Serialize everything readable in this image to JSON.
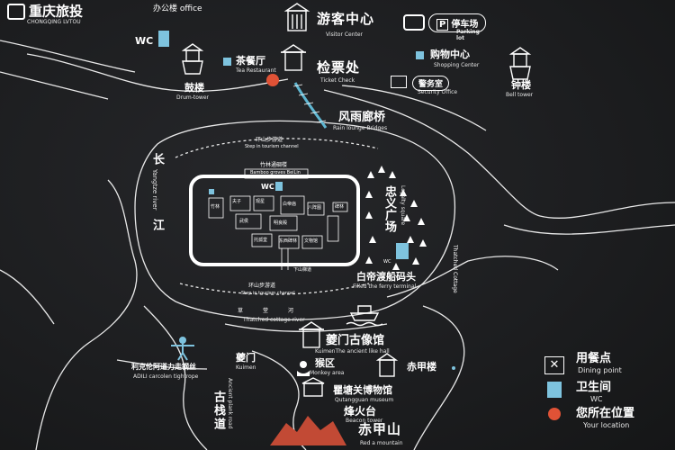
{
  "brand": {
    "name": "重庆旅投",
    "sub": "CHONGQING LVTOU"
  },
  "colors": {
    "background": "#1b1c1e",
    "line": "#ffffff",
    "wc": "#7ec3de",
    "here": "#e05236",
    "bridge": "#5fb6d1"
  },
  "labels": {
    "office": "办公楼 office",
    "visitor_zh": "游客中心",
    "visitor_en": "Visitor Center",
    "parking_zh": "停车场",
    "parking_en": "Parking lot",
    "wc_top": "WC",
    "tea_zh": "茶餐厅",
    "tea_en": "Tea Restaurant",
    "ticket_zh": "检票处",
    "ticket_en": "Ticket Check",
    "shopping_zh": "购物中心",
    "shopping_en": "Shopping Center",
    "security_zh": "警务室",
    "security_en": "Security Office",
    "drum_zh": "鼓楼",
    "drum_en": "Drum-tower",
    "bell_zh": "钟楼",
    "bell_en": "Bell tower",
    "rain_zh": "风雨廊桥",
    "rain_en": "Rain lounge Bridges",
    "step_top_zh": "环山步游道",
    "step_top_en": "Step in tourism channel",
    "bamboo_zh": "竹林通碉楼",
    "bamboo_en": "Bamboo groves BeiLin",
    "wc_mid": "WC",
    "loyalty_zh": "忠义广场",
    "loyalty_en": "Loyalty square",
    "yangtze_zh": "长江",
    "yangtze_en": "Yangtze river",
    "wc_right": "WC",
    "thatched_v": "Thatched Cottage",
    "ferry_zh": "白帝渡船码头",
    "ferry_en": "Filled the ferry terminal",
    "step_bot_zh": "环山步游道",
    "step_bot_en": "Step in tourism channel",
    "cottage_zh": "草堂河",
    "cottage_en": "Thatched cottage river",
    "kuimen_zh": "夔门古像馆",
    "kuimen_en": "KuimenThe ancient like hall",
    "monkey_zh": "猴区",
    "monkey_en": "Monkey area",
    "chijia_lou": "赤甲楼",
    "adili_zh": "利克伦阿道力走钢丝",
    "adili_en": "ADILI carcolen tightrope",
    "kuimen2_zh": "夔门",
    "kuimen2_en": "Kuimen",
    "qutang_zh": "瞿塘关博物馆",
    "qutang_en": "Qutangguan museum",
    "beacon_zh": "烽火台",
    "beacon_en": "Beacon tower",
    "plank_zh": "古栈道",
    "plank_en": "Ancient plank road",
    "redmtn_zh": "赤甲山",
    "redmtn_en": "Red a mountain",
    "inner": [
      "竹林",
      "夫子",
      "观星",
      "八阵图",
      "白帝庙",
      "武侯",
      "明良殿",
      "托孤堂",
      "东西碑林",
      "文物馆",
      "碑林",
      "下山梯道"
    ]
  },
  "legend": [
    {
      "zh": "用餐点",
      "en": "Dining point",
      "icon": "dining-icon"
    },
    {
      "zh": "卫生间",
      "en": "WC",
      "icon": "wc-icon"
    },
    {
      "zh": "您所在位置",
      "en": "Your location",
      "icon": "location-dot-icon"
    }
  ]
}
